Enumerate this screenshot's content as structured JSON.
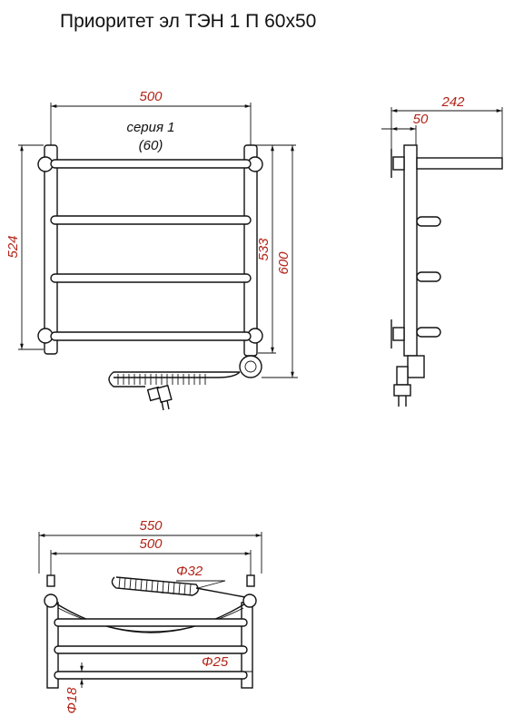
{
  "title": "Приоритет эл ТЭН 1 П 60x50",
  "colors": {
    "lines": "#111111",
    "dimensions": "#b22418",
    "background": "#ffffff"
  },
  "front_view": {
    "width_label": "500",
    "series_line1": "серия 1",
    "series_line2": "(60)",
    "height_left_label": "524",
    "height_mid_label": "533",
    "height_right_label": "600"
  },
  "side_view": {
    "depth_label": "242",
    "offset_label": "50"
  },
  "top_view": {
    "outer_width_label": "550",
    "inner_width_label": "500",
    "heater_diameter_label": "Φ32",
    "pipe_diameter_label": "Φ25",
    "rung_diameter_label": "Φ18"
  }
}
